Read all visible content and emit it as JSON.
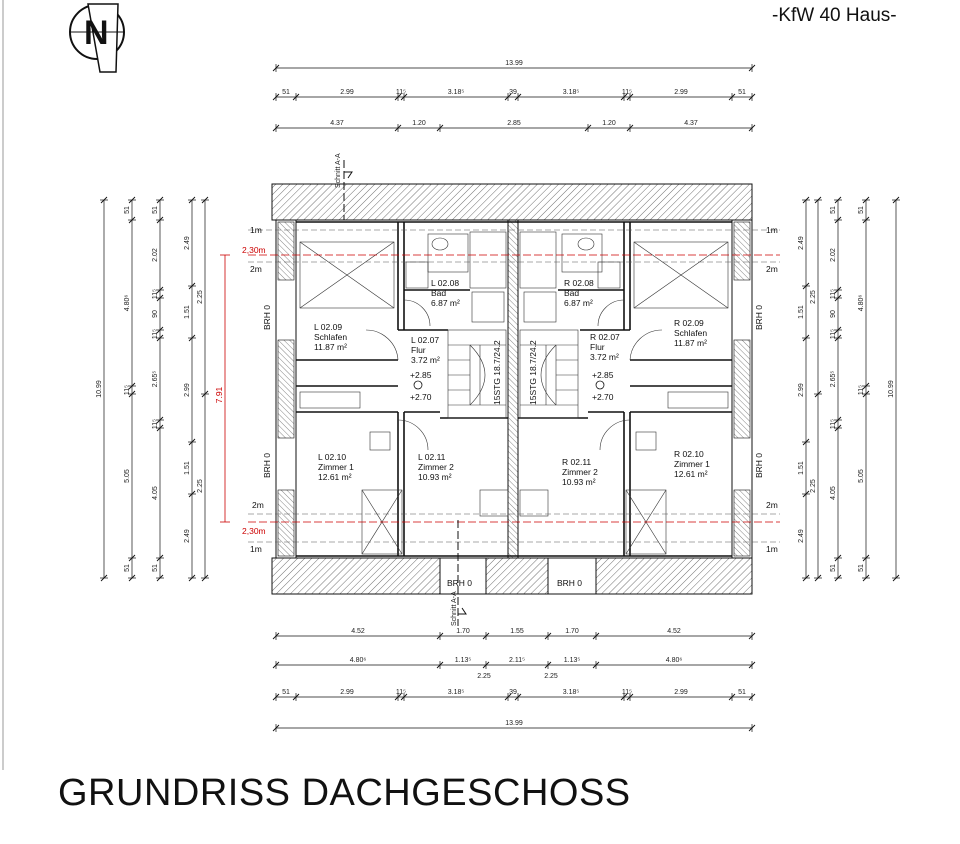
{
  "title": "GRUNDRISS DACHGESCHOSS",
  "house_type": "-KfW 40 Haus-",
  "north_label": "N",
  "section_label": "Schnitt A-A",
  "rooms": [
    {
      "id": "L 02.08",
      "name": "Bad",
      "area": "6.87 m²"
    },
    {
      "id": "R 02.08",
      "name": "Bad",
      "area": "6.87 m²"
    },
    {
      "id": "L 02.09",
      "name": "Schlafen",
      "area": "11.87 m²"
    },
    {
      "id": "R 02.09",
      "name": "Schlafen",
      "area": "11.87 m²"
    },
    {
      "id": "L 02.07",
      "name": "Flur",
      "area": "3.72 m²"
    },
    {
      "id": "R 02.07",
      "name": "Flur",
      "area": "3.72 m²"
    },
    {
      "id": "L 02.10",
      "name": "Zimmer 1",
      "area": "12.61 m²"
    },
    {
      "id": "L 02.11",
      "name": "Zimmer 2",
      "area": "10.93 m²"
    },
    {
      "id": "R 02.11",
      "name": "Zimmer 2",
      "area": "10.93 m²"
    },
    {
      "id": "R 02.10",
      "name": "Zimmer 1",
      "area": "12.61 m²"
    }
  ],
  "stair_label": "15STG 18.7/24.2",
  "levels": [
    "+2.85",
    "+2.70"
  ],
  "brh_label": "BRH 0",
  "height_labels": {
    "one": "1m",
    "two": "2m",
    "red": "2,30m"
  },
  "red_dim": "7.91",
  "dims": {
    "top_total": "13.99",
    "top_row2": [
      "51",
      "2.99",
      "11⁵",
      "3.18⁵",
      "39",
      "3.18⁵",
      "11⁵",
      "2.99",
      "51"
    ],
    "top_row3": [
      "4.37",
      "1.20",
      "2.85",
      "1.20",
      "4.37"
    ],
    "bottom_row1": [
      "4.52",
      "1.70",
      "1.55",
      "1.70",
      "4.52"
    ],
    "bottom_row2": [
      "4.80⁶",
      "1.13⁵",
      "2.11⁵",
      "1.13⁵",
      "4.80⁶"
    ],
    "bottom_row2_sub": [
      "2.25",
      "2.25"
    ],
    "bottom_row3": [
      "51",
      "2.99",
      "11⁵",
      "3.18⁵",
      "39",
      "3.18⁵",
      "11⁵",
      "2.99",
      "51"
    ],
    "bottom_total": "13.99",
    "left_total": "10.99",
    "left_col2": [
      "51",
      "4.80⁶",
      "11⁵",
      "5.05",
      "51"
    ],
    "left_col3": [
      "51",
      "2.02",
      "11⁵",
      "90",
      "11⁵",
      "2.65⁵",
      "11⁵",
      "4.05",
      "51"
    ],
    "left_col4": [
      "2.49",
      "1.51",
      "2.99",
      "1.51",
      "2.49"
    ],
    "left_col5": [
      "2.25",
      "2.25"
    ],
    "right_total": "10.99",
    "right_col2": [
      "2.49",
      "1.51",
      "2.99",
      "1.51",
      "2.49"
    ],
    "right_col3": [
      "2.25",
      "2.25"
    ],
    "right_col4": [
      "51",
      "2.02",
      "11⁵",
      "90",
      "11⁵",
      "2.65⁵",
      "11⁵",
      "4.05",
      "51"
    ],
    "right_col5": [
      "51",
      "4.80⁶",
      "11⁵",
      "5.05",
      "51"
    ]
  }
}
